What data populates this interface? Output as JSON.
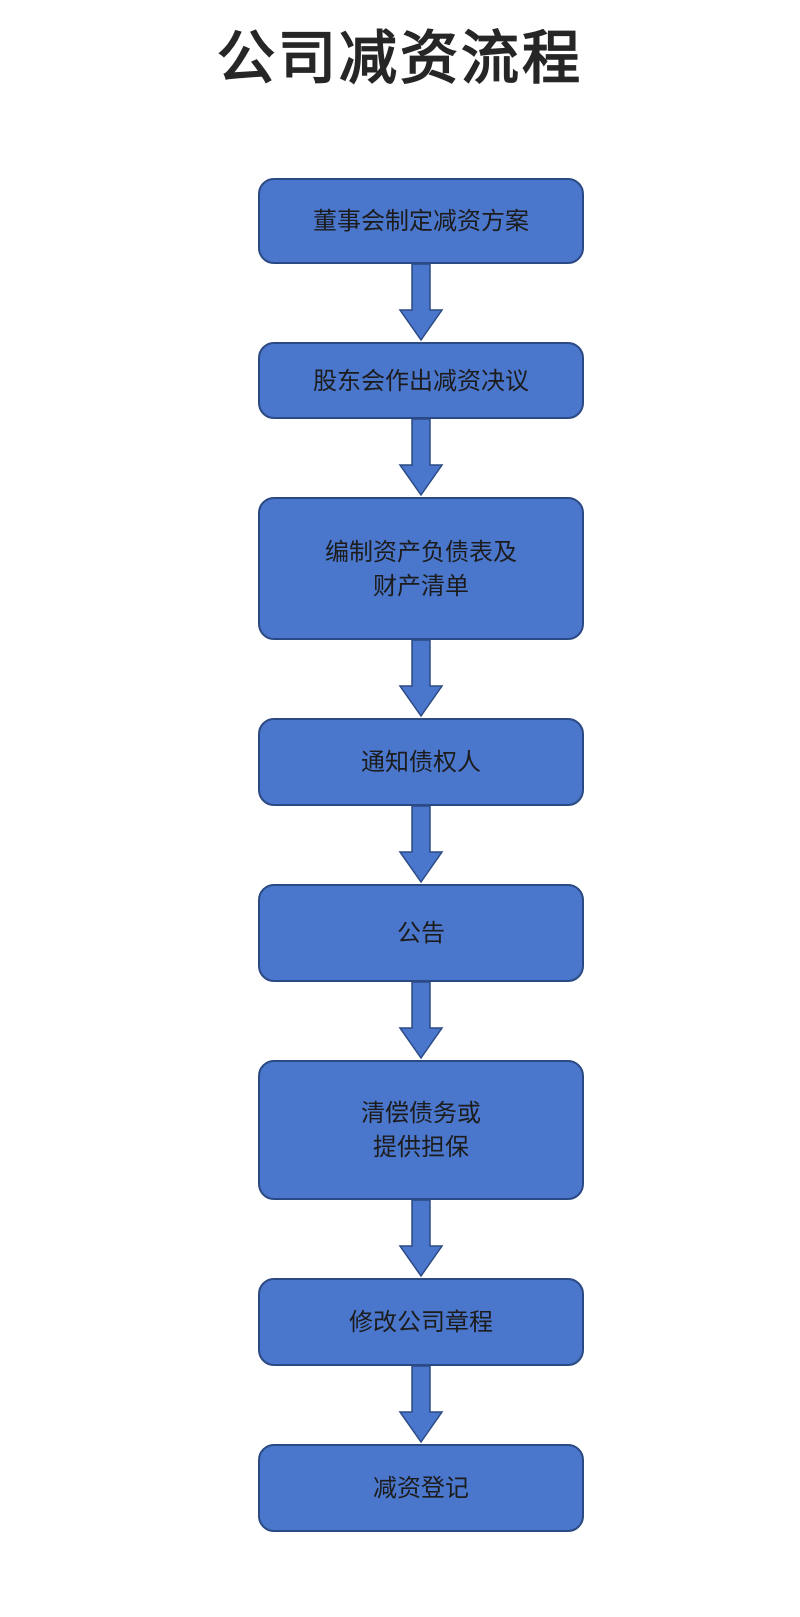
{
  "title": "公司减资流程",
  "steps": [
    {
      "label": "董事会制定减资方案"
    },
    {
      "label": "股东会作出减资决议"
    },
    {
      "label": "编制资产负债表及\n财产清单"
    },
    {
      "label": "通知债权人"
    },
    {
      "label": "公告"
    },
    {
      "label": "清偿债务或\n提供担保"
    },
    {
      "label": "修改公司章程"
    },
    {
      "label": "减资登记"
    }
  ],
  "colors": {
    "box_fill": "#4a76cc",
    "box_border": "#2b4a84",
    "arrow_fill": "#4a76cc",
    "arrow_border": "#2b4a84",
    "title_text": "#262626",
    "box_text": "#1c1c1c"
  }
}
